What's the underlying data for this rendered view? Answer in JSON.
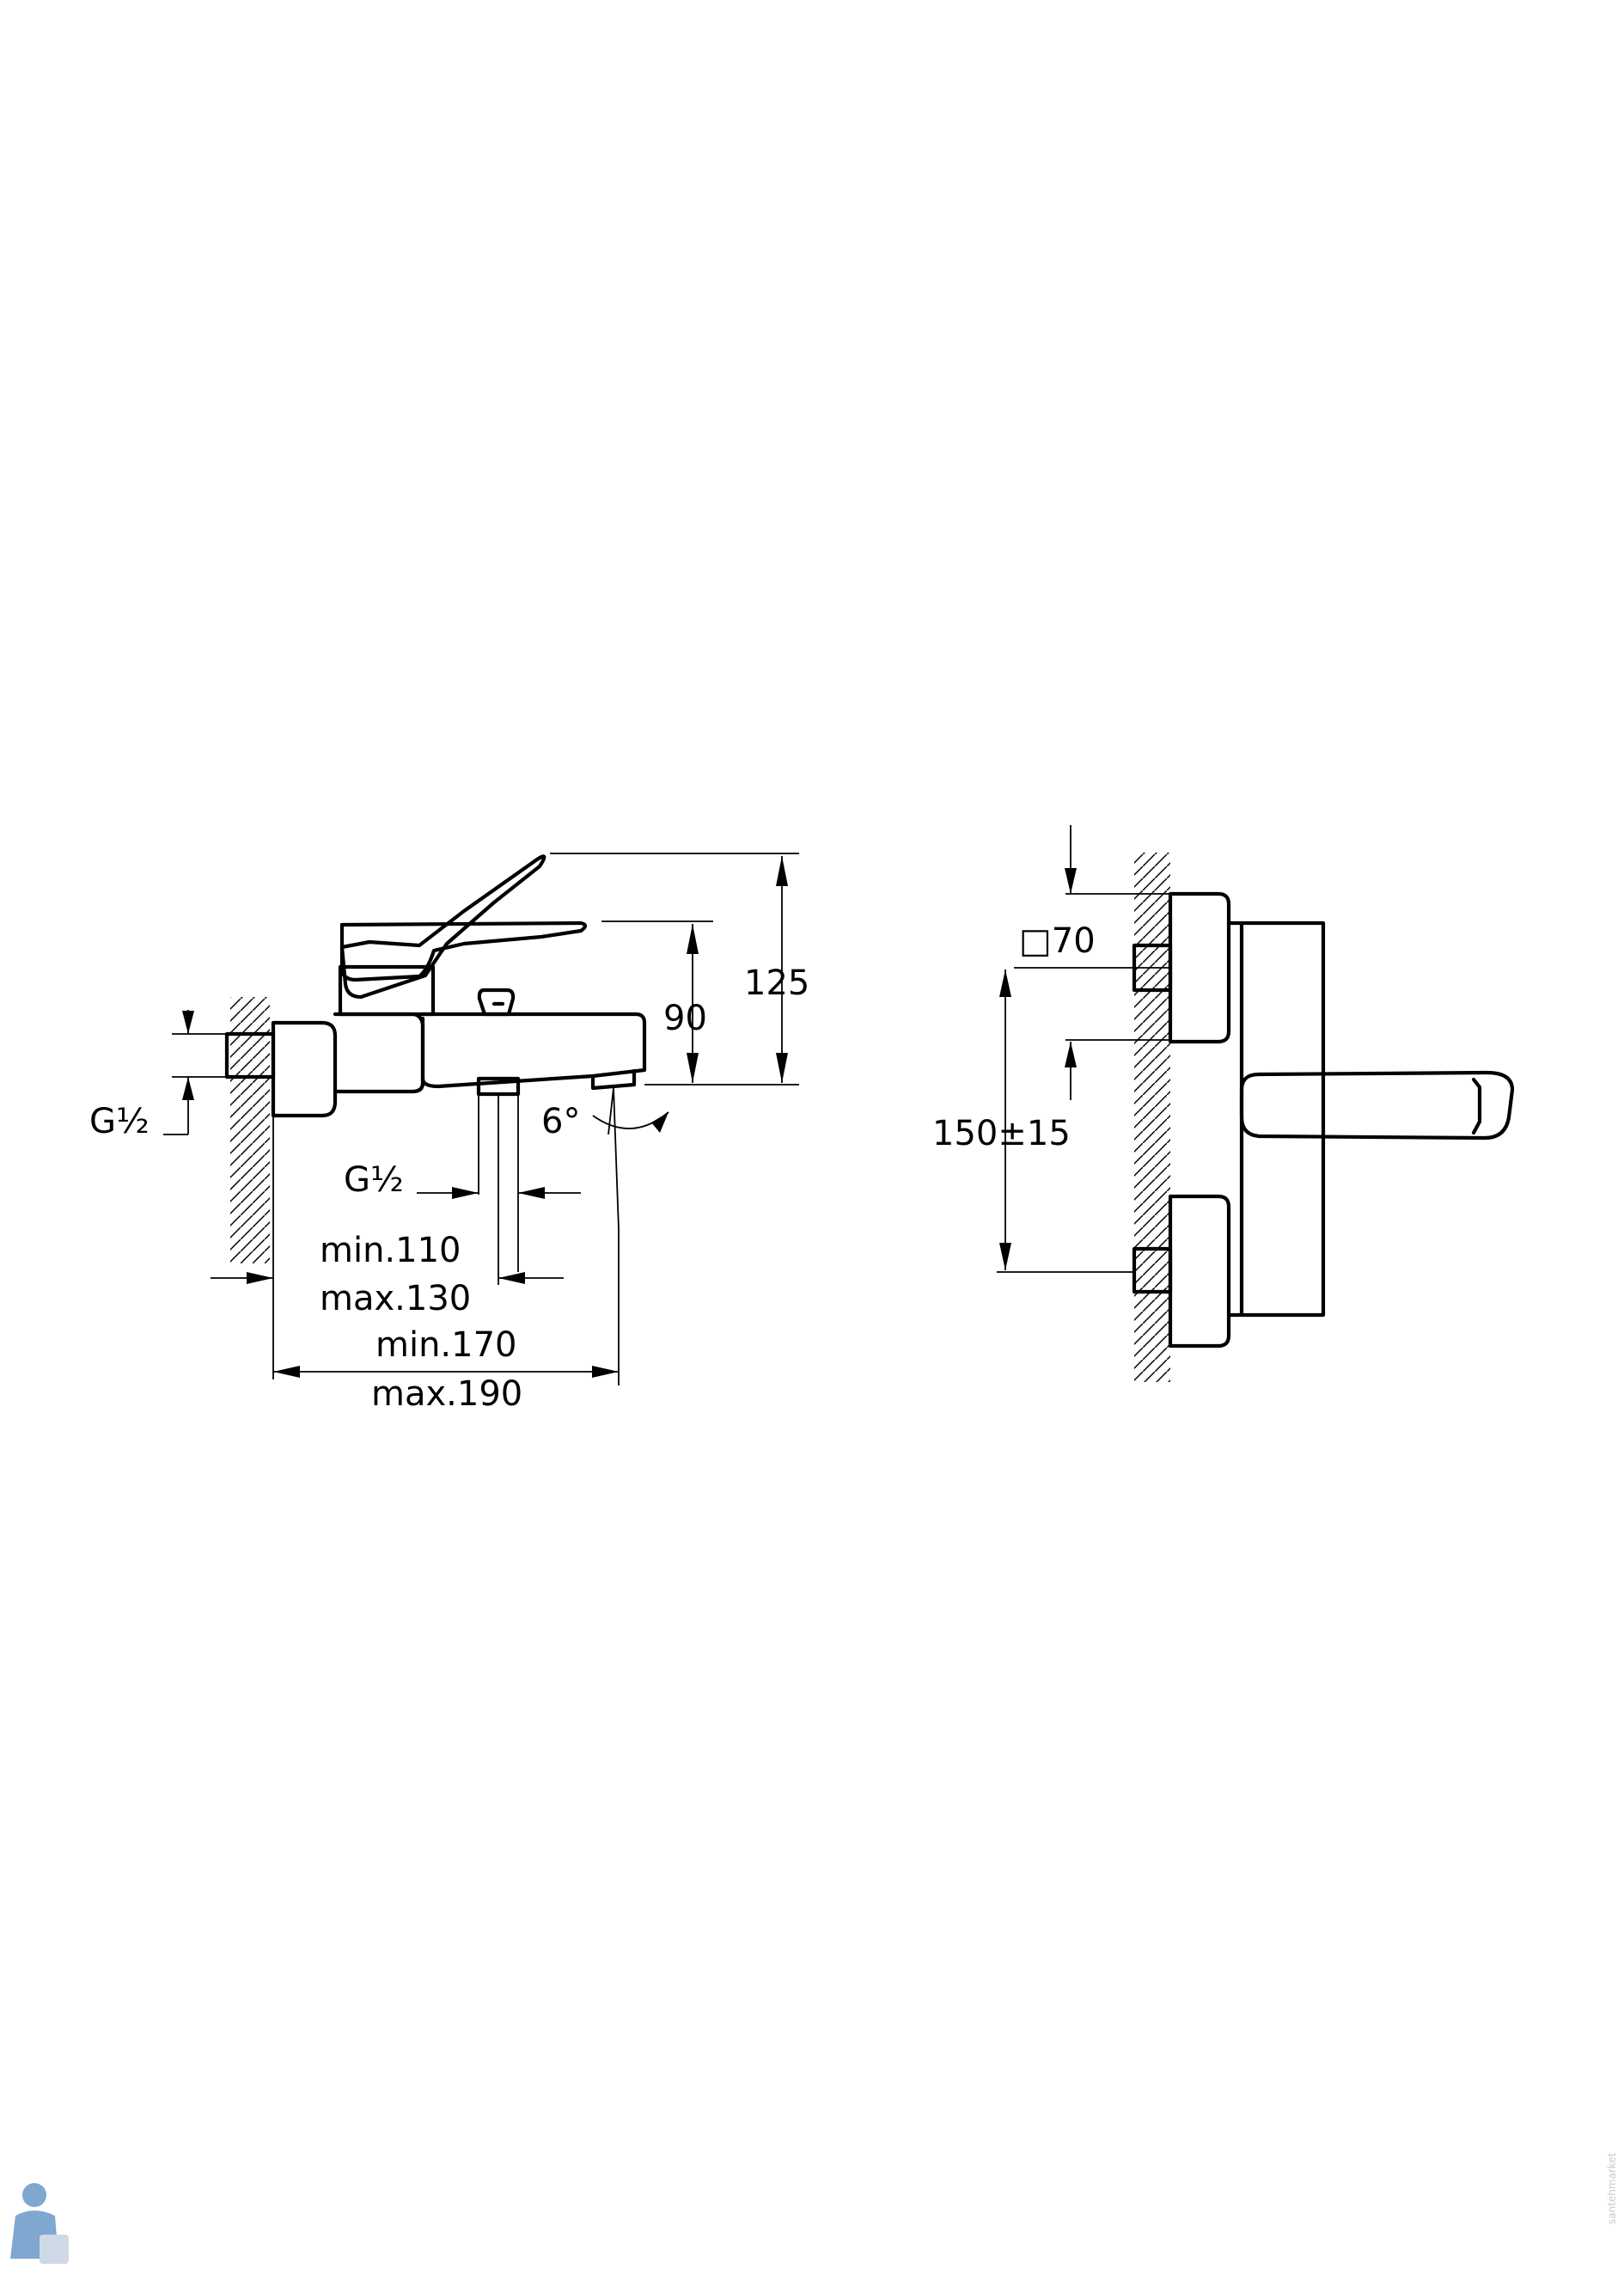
{
  "side_view": {
    "dim_height_total": "125",
    "dim_height_spout": "90",
    "dim_inlet_thread": "G½",
    "dim_diverter_thread": "G½",
    "dim_spout_angle": "6°",
    "dim_inlet_to_diverter_min": "min.110",
    "dim_inlet_to_diverter_max": "max.130",
    "dim_projection_min": "min.170",
    "dim_projection_max": "max.190"
  },
  "front_view": {
    "dim_escutcheon_square": "□70",
    "dim_inlet_centers": "150±15"
  },
  "watermark": {
    "text": "santehmarket"
  }
}
